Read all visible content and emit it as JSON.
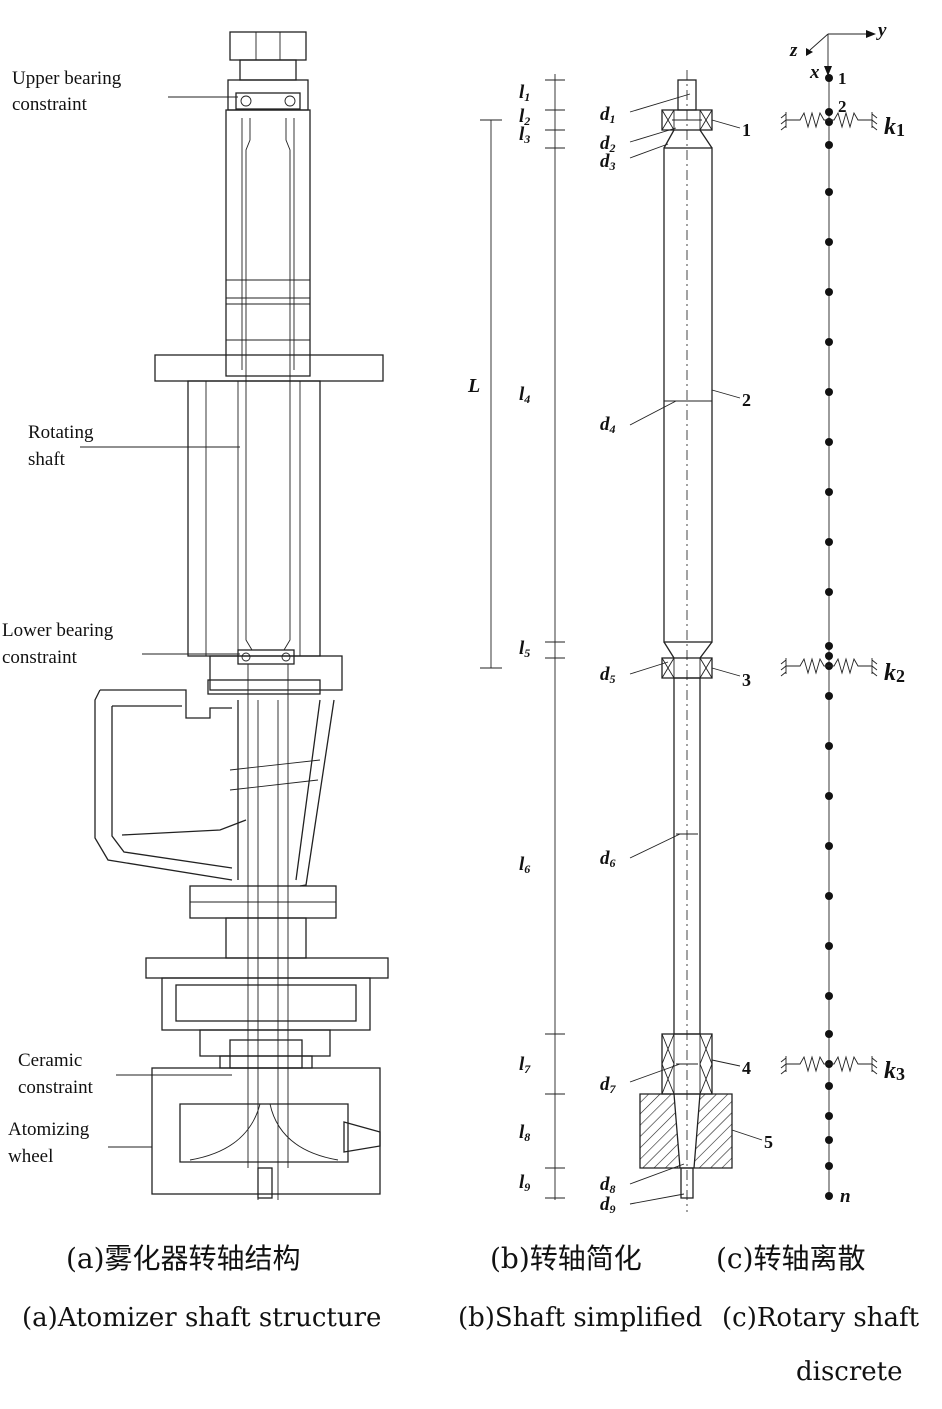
{
  "panel_a": {
    "labels": {
      "upper_bearing": [
        "Upper bearing",
        "constraint"
      ],
      "rotating_shaft": [
        "Rotating",
        "shaft"
      ],
      "lower_bearing": [
        "Lower bearing",
        "constraint"
      ],
      "ceramic": [
        "Ceramic",
        "constraint"
      ],
      "atomizing": [
        "Atomizing",
        "wheel"
      ]
    }
  },
  "panel_b": {
    "lengths": [
      "l",
      "l",
      "l",
      "l",
      "l",
      "l",
      "l",
      "l",
      "l"
    ],
    "length_subs": [
      "1",
      "2",
      "3",
      "4",
      "5",
      "6",
      "7",
      "8",
      "9"
    ],
    "total_length": "L",
    "diameters": [
      "d",
      "d",
      "d",
      "d",
      "d",
      "d",
      "d",
      "d",
      "d"
    ],
    "diameter_subs": [
      "1",
      "2",
      "3",
      "4",
      "5",
      "6",
      "7",
      "8",
      "9"
    ],
    "part_numbers": [
      "1",
      "2",
      "3",
      "4",
      "5"
    ]
  },
  "panel_c": {
    "axes": {
      "x": "x",
      "y": "y",
      "z": "z"
    },
    "node_first": "1",
    "node_second": "2",
    "node_last": "n",
    "springs": [
      {
        "k": "k",
        "sub": "1"
      },
      {
        "k": "k",
        "sub": "2"
      },
      {
        "k": "k",
        "sub": "3"
      }
    ]
  },
  "captions": {
    "a_cn": "(a)雾化器转轴结构",
    "b_cn": "(b)转轴简化",
    "c_cn": "(c)转轴离散",
    "a_en": "(a)Atomizer shaft structure",
    "b_en": "(b)Shaft simplified",
    "c_en": "(c)Rotary shaft",
    "c_en2": "discrete"
  }
}
